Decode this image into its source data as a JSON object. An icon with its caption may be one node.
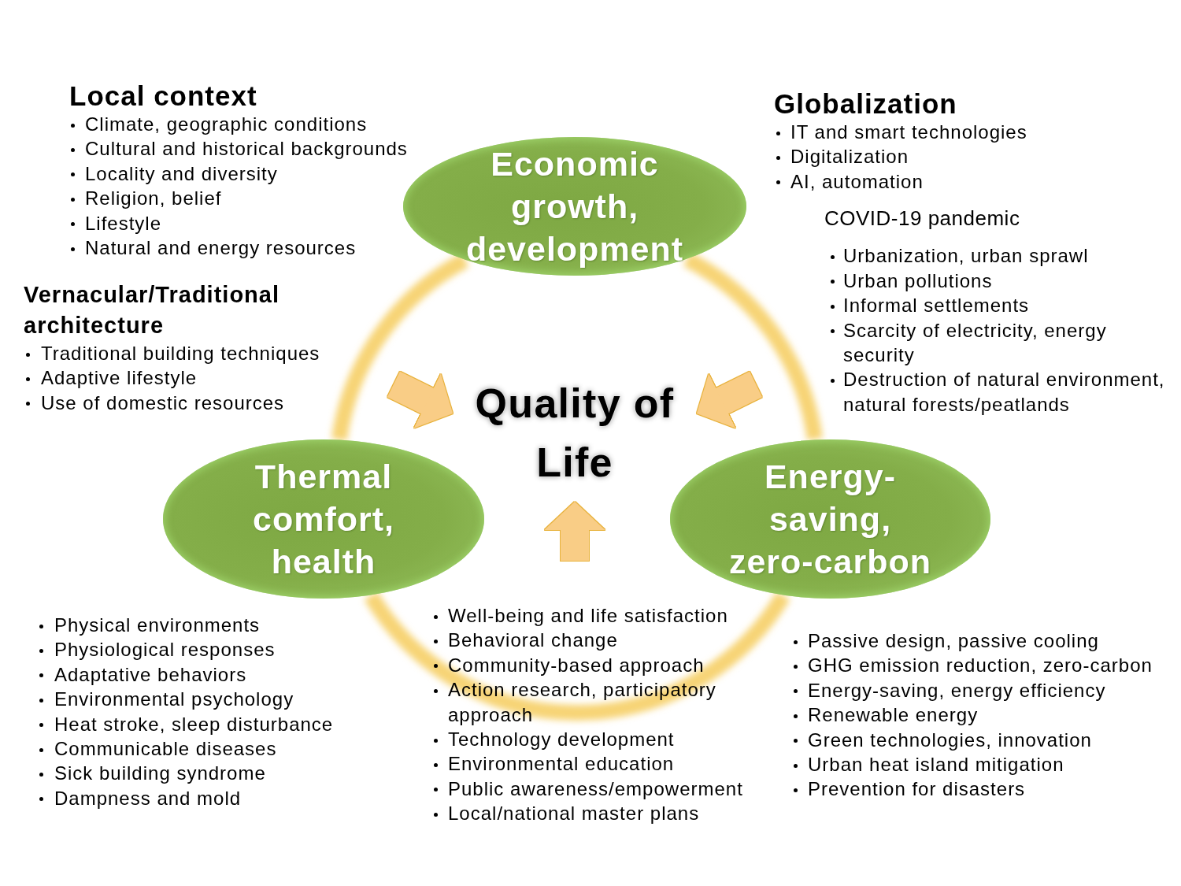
{
  "diagram": {
    "nodes": [
      {
        "text": [
          "Economic growth, development"
        ]
      },
      {
        "text": [
          "Quality of Life"
        ]
      },
      {
        "text": [
          "Thermal comfort, health"
        ],
        "beside": [
          "Physical environments",
          "Physiological responses",
          "Adaptative behaviors",
          "Environmental psychology",
          "Heat stroke, sleep disturbance",
          "Communicable diseases",
          "Sick building syndrome",
          "Dampness and mold"
        ]
      },
      {
        "text": [
          "Energy-saving, zero-carbon"
        ],
        "beside": [
          "Passive design, passive cooling",
          "GHG emission reduction, zero-carbon",
          "Energy-saving, energy efficiency",
          "Renewable energy",
          "Green technologies, innovation",
          "Urban heat island mitigation",
          "Prevention for disasters"
        ]
      }
    ],
    "edges": [
      {
        "from": null,
        "to": 1,
        "arrow": "to",
        "style": "thick"
      },
      {
        "from": null,
        "to": 1,
        "arrow": "to",
        "style": "thick"
      },
      {
        "from": null,
        "to": 1,
        "arrow": "to",
        "style": "thick"
      },
      {
        "from": 0,
        "to": 2,
        "arrow": "none",
        "color": "#f6cf66"
      },
      {
        "from": 2,
        "to": 3,
        "arrow": "none",
        "color": "#f6cf66"
      },
      {
        "from": 3,
        "to": 0,
        "arrow": "none",
        "color": "#f6cf66"
      }
    ],
    "labels": [
      "Local context",
      "Climate, geographic conditions",
      "Cultural and historical backgrounds",
      "Locality and diversity",
      "Religion, belief",
      "Lifestyle",
      "Natural and energy resources",
      "Globalization",
      "IT and smart technologies",
      "Digitalization",
      "AI, automation",
      "Vernacular/Traditional architecture",
      "Traditional building techniques",
      "Adaptive lifestyle",
      "Use of domestic resources",
      "COVID-19 pandemic",
      "Urbanization, urban sprawl",
      "Urban pollutions",
      "Informal settlements",
      "Scarcity of electricity, energy security",
      "Destruction of natural environment, natural forests/peatlands",
      "Well-being and life satisfaction",
      "Behavioral change",
      "Community-based approach",
      "Action research, participatory approach",
      "Technology development",
      "Environmental education",
      "Public awareness/empowerment",
      "Local/national master plans"
    ]
  }
}
